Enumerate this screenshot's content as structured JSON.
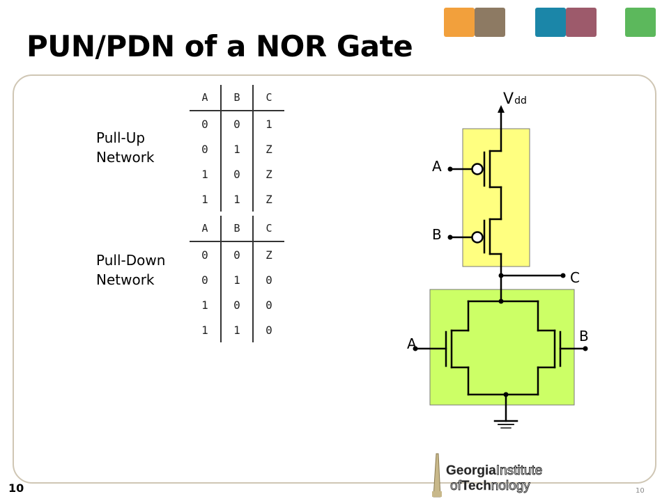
{
  "title": "PUN/PDN of a NOR Gate",
  "colors": {
    "pun_fill": "#ffff80",
    "pdn_fill": "#ccff66",
    "frame": "#cfc6b4"
  },
  "header_squares": [
    "#f2a03c",
    "#8d7a63",
    "#1b86a8",
    "#9d5a6b",
    "#5cb85c"
  ],
  "pull_up": {
    "label_line1": "Pull-Up",
    "label_line2": "Network",
    "headers": [
      "A",
      "B",
      "C"
    ],
    "rows": [
      [
        "0",
        "0",
        "1"
      ],
      [
        "0",
        "1",
        "Z"
      ],
      [
        "1",
        "0",
        "Z"
      ],
      [
        "1",
        "1",
        "Z"
      ]
    ]
  },
  "pull_down": {
    "label_line1": "Pull-Down",
    "label_line2": "Network",
    "headers": [
      "A",
      "B",
      "C"
    ],
    "rows": [
      [
        "0",
        "0",
        "Z"
      ],
      [
        "0",
        "1",
        "0"
      ],
      [
        "1",
        "0",
        "0"
      ],
      [
        "1",
        "1",
        "0"
      ]
    ]
  },
  "circuit": {
    "vdd_main": "V",
    "vdd_sub": "dd",
    "pun_input_a": "A",
    "pun_input_b": "B",
    "output": "C",
    "pdn_input_a": "A",
    "pdn_input_b": "B"
  },
  "logo": {
    "line1a": "Georgia",
    "line1b": "Institute",
    "line2a": "of",
    "line2b": "Tech",
    "line2c": "nology"
  },
  "page_number": "10",
  "page_number_small": "10"
}
